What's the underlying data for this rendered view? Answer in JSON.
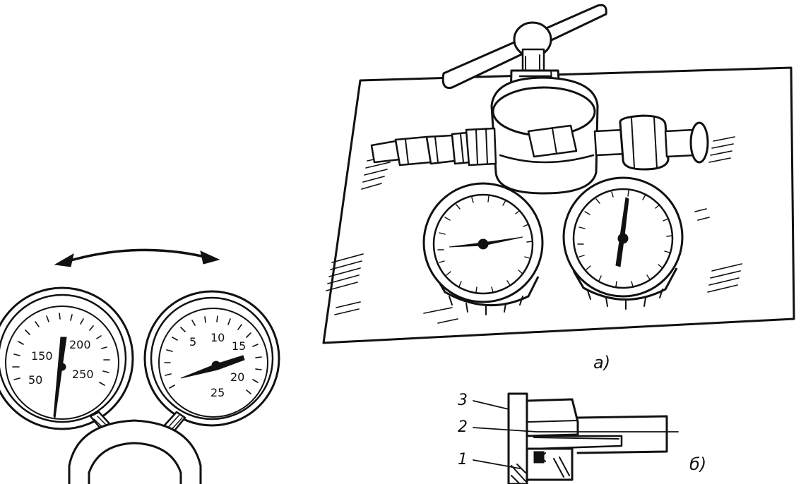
{
  "left_gauges": {
    "high_pressure_dial": {
      "ticks": [
        "150",
        "200",
        "250",
        "50"
      ]
    },
    "low_pressure_dial": {
      "ticks": [
        "5",
        "10",
        "15",
        "20",
        "25"
      ]
    }
  },
  "labels": {
    "figure_a": "а)",
    "figure_b": "б)",
    "part_1": "1",
    "part_2": "2",
    "part_3": "3"
  }
}
